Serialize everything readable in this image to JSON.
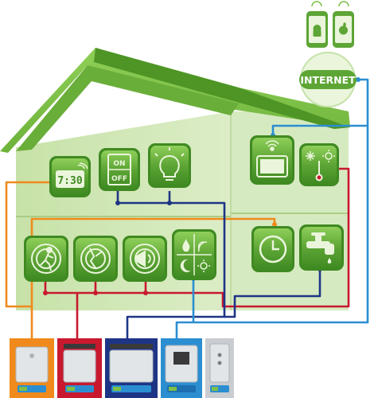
{
  "internet": {
    "label": "INTERNET"
  },
  "icons": {
    "alarm_clock": {
      "time": "7:30"
    },
    "switch": {
      "on": "ON",
      "off": "OFF"
    }
  },
  "colors": {
    "house_light": "#d9ecc3",
    "house_mid": "#c4e0a4",
    "roof": "#7dbf47",
    "roof_dark": "#5ea32f",
    "tile_green": "#5da535",
    "orange": "#f08a1c",
    "red": "#c8192f",
    "navy": "#1e3585",
    "blue": "#2b8ed1",
    "grey": "#c9cdd1"
  }
}
